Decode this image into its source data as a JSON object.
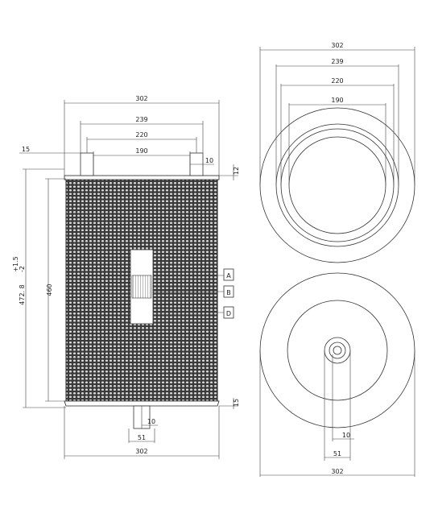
{
  "front_view": {
    "dimensions": {
      "width_outer": "302",
      "width_239": "239",
      "width_220": "220",
      "width_190": "190",
      "width_bottom_outer": "302",
      "bottom_51": "51",
      "bottom_10": "10",
      "top_10": "10",
      "top_12": "12",
      "left_15": "15",
      "bottom_15": "15",
      "height_460": "460",
      "height_total": "472. 8",
      "height_tol_upper": "+1.5",
      "height_tol_lower": "-2"
    },
    "callouts": [
      "A",
      "B",
      "D"
    ]
  },
  "top_view": {
    "dimensions": {
      "d302": "302",
      "d239": "239",
      "d220": "220",
      "d190": "190"
    }
  },
  "bottom_view": {
    "dimensions": {
      "d302": "302",
      "d51": "51",
      "d10": "10"
    }
  },
  "colors": {
    "line": "#333333",
    "mesh": "#2a2a2a",
    "background": "#ffffff"
  }
}
